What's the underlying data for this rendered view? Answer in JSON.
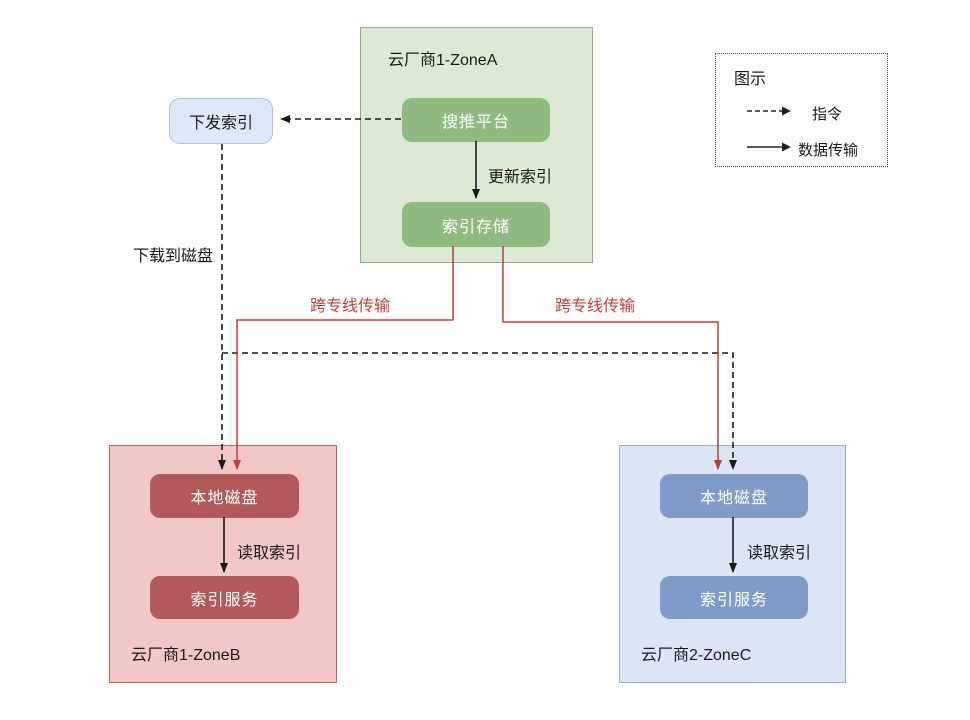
{
  "zones": {
    "zone_a": {
      "title": "云厂商1-ZoneA",
      "nodes": {
        "platform": "搜推平台",
        "storage": "索引存储"
      }
    },
    "zone_b": {
      "title": "云厂商1-ZoneB",
      "nodes": {
        "disk": "本地磁盘",
        "service": "索引服务"
      }
    },
    "zone_c": {
      "title": "云厂商2-ZoneC",
      "nodes": {
        "disk": "本地磁盘",
        "service": "索引服务"
      }
    }
  },
  "dispatch": {
    "label": "下发索引"
  },
  "edges": {
    "update_index": "更新索引",
    "download_to_disk": "下载到磁盘",
    "cross_dedicated_left": "跨专线传输",
    "cross_dedicated_right": "跨专线传输",
    "read_index_b": "读取索引",
    "read_index_c": "读取索引"
  },
  "legend": {
    "title": "图示",
    "items": [
      {
        "style": "dashed",
        "label": "指令"
      },
      {
        "style": "solid",
        "label": "数据传输"
      }
    ]
  },
  "colors": {
    "zone_a_fill": "#dbe9d5",
    "zone_a_border": "#8aac7e",
    "zone_a_node": "#8ebc80",
    "zone_b_fill": "#f2c7c7",
    "zone_b_border": "#c26060",
    "zone_b_node": "#b25a5a",
    "zone_c_fill": "#dbe5f6",
    "zone_c_border": "#93abd4",
    "zone_c_node": "#7e9cc7",
    "dispatch_fill": "#dde9fb",
    "dispatch_border": "#a9bfe4",
    "instruction_line": "#222222",
    "data_transfer_red": "#bf3d36",
    "node_text": "#ffffff"
  }
}
